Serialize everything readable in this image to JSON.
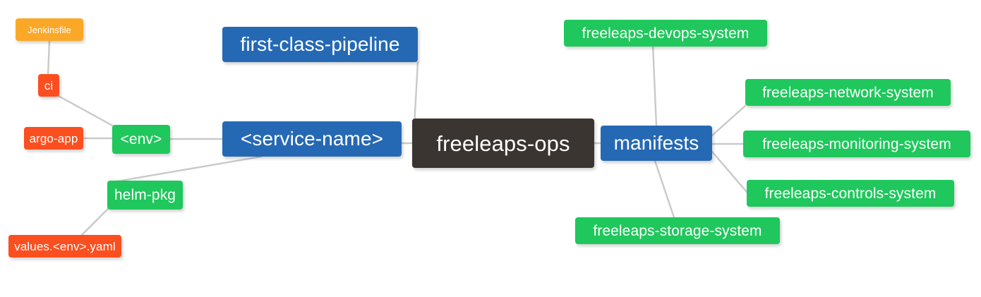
{
  "diagram": {
    "type": "mindmap",
    "title": "freeleaps-ops",
    "background": "#ffffff",
    "edge_color": "#c9c9c9",
    "palette": {
      "root": "#3B3531",
      "blue": "#2569B5",
      "green": "#1FC75C",
      "red": "#FB4F20",
      "orange": "#FBA828",
      "text": "#ffffff"
    }
  },
  "nodes": {
    "root": {
      "label": "freeleaps-ops",
      "color": "#3B3531"
    },
    "first_class_pipeline": {
      "label": "first-class-pipeline",
      "color": "#2569B5"
    },
    "service_name": {
      "label": "<service-name>",
      "color": "#2569B5"
    },
    "env": {
      "label": "<env>",
      "color": "#1FC75C"
    },
    "ci": {
      "label": "ci",
      "color": "#FB4F20"
    },
    "jenkinsfile": {
      "label": "Jenkinsfile",
      "color": "#FBA828"
    },
    "argo_app": {
      "label": "argo-app",
      "color": "#FB4F20"
    },
    "helm_pkg": {
      "label": "helm-pkg",
      "color": "#1FC75C"
    },
    "values_yaml": {
      "label": "values.<env>.yaml",
      "color": "#FB4F20"
    },
    "manifests": {
      "label": "manifests",
      "color": "#2569B5"
    },
    "devops_system": {
      "label": "freeleaps-devops-system",
      "color": "#1FC75C"
    },
    "network_system": {
      "label": "freeleaps-network-system",
      "color": "#1FC75C"
    },
    "monitoring_system": {
      "label": "freeleaps-monitoring-system",
      "color": "#1FC75C"
    },
    "controls_system": {
      "label": "freeleaps-controls-system",
      "color": "#1FC75C"
    },
    "storage_system": {
      "label": "freeleaps-storage-system",
      "color": "#1FC75C"
    }
  },
  "edges": [
    {
      "from": "root",
      "to": "first_class_pipeline"
    },
    {
      "from": "root",
      "to": "service_name"
    },
    {
      "from": "root",
      "to": "manifests"
    },
    {
      "from": "service_name",
      "to": "env"
    },
    {
      "from": "service_name",
      "to": "helm_pkg"
    },
    {
      "from": "env",
      "to": "ci"
    },
    {
      "from": "env",
      "to": "argo_app"
    },
    {
      "from": "ci",
      "to": "jenkinsfile"
    },
    {
      "from": "helm_pkg",
      "to": "values_yaml"
    },
    {
      "from": "manifests",
      "to": "devops_system"
    },
    {
      "from": "manifests",
      "to": "network_system"
    },
    {
      "from": "manifests",
      "to": "monitoring_system"
    },
    {
      "from": "manifests",
      "to": "controls_system"
    },
    {
      "from": "manifests",
      "to": "storage_system"
    }
  ]
}
